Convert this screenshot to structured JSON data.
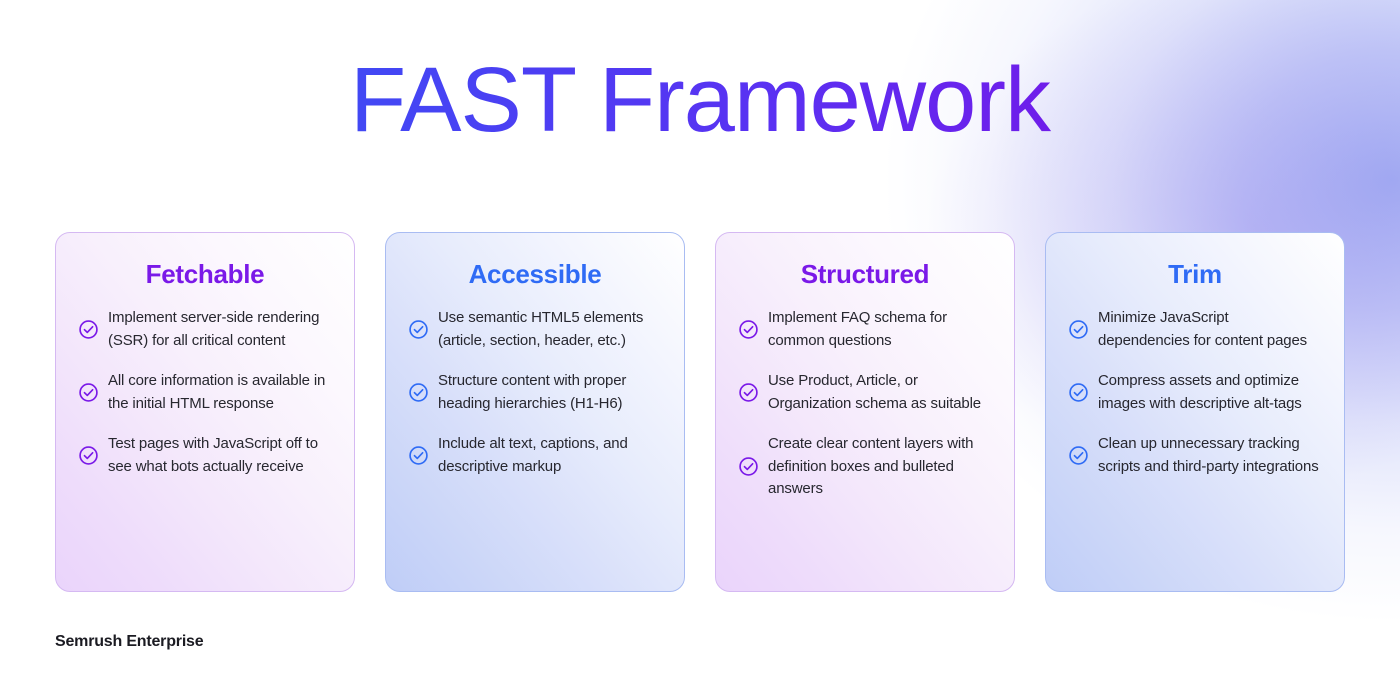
{
  "page": {
    "title": "FAST Framework",
    "footer_label": "Semrush Enterprise",
    "title_gradient_from": "#3257F5",
    "title_gradient_to": "#8411E4",
    "background": "#FFFFFF",
    "accent_purple": "#7A19E8",
    "accent_blue": "#2F6BF5",
    "body_text_color": "#27272F"
  },
  "cards": [
    {
      "id": "fetchable",
      "title": "Fetchable",
      "theme": "purple",
      "accent": "#7A19E8",
      "items": [
        {
          "icon": "check-circle-icon",
          "text": "Implement server-side rendering (SSR) for all critical content"
        },
        {
          "icon": "check-circle-icon",
          "text": "All core information is available in the initial HTML response"
        },
        {
          "icon": "check-circle-icon",
          "text": "Test pages with JavaScript off to see what bots actually receive"
        }
      ]
    },
    {
      "id": "accessible",
      "title": "Accessible",
      "theme": "blue",
      "accent": "#2F6BF5",
      "items": [
        {
          "icon": "check-circle-icon",
          "text": "Use semantic HTML5 elements (article, section, header, etc.)"
        },
        {
          "icon": "check-circle-icon",
          "text": "Structure content with proper heading hierarchies (H1-H6)"
        },
        {
          "icon": "check-circle-icon",
          "text": "Include alt text, captions, and descriptive markup"
        }
      ]
    },
    {
      "id": "structured",
      "title": "Structured",
      "theme": "purple",
      "accent": "#7A19E8",
      "items": [
        {
          "icon": "check-circle-icon",
          "text": "Implement FAQ schema for common questions"
        },
        {
          "icon": "check-circle-icon",
          "text": "Use Product, Article, or Organization schema as suitable"
        },
        {
          "icon": "check-circle-icon",
          "text": "Create clear content layers with definition boxes and bulleted answers"
        }
      ]
    },
    {
      "id": "trim",
      "title": "Trim",
      "theme": "blue",
      "accent": "#2F6BF5",
      "items": [
        {
          "icon": "check-circle-icon",
          "text": "Minimize JavaScript dependencies for content pages"
        },
        {
          "icon": "check-circle-icon",
          "text": "Compress assets and optimize images with descriptive alt-tags"
        },
        {
          "icon": "check-circle-icon",
          "text": "Clean up unnecessary tracking scripts and third-party integrations"
        }
      ]
    }
  ]
}
